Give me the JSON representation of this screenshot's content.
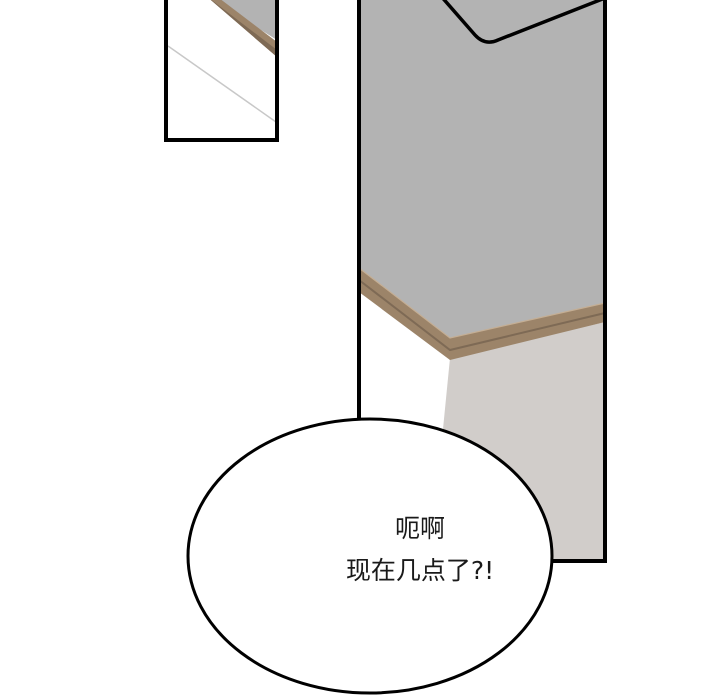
{
  "comic": {
    "panels": [
      {
        "name": "left-small-panel",
        "description": "partial view of ceiling corner with wooden crown molding"
      },
      {
        "name": "right-tall-panel",
        "description": "gray ceiling with crown molding and beige wall corner"
      }
    ],
    "speech_bubble": {
      "lines": [
        "呃啊",
        "现在几点了?!"
      ]
    },
    "colors": {
      "ceiling_gray": "#b3b3b3",
      "wall_beige": "#d1cdca",
      "molding_brown": "#9c8469",
      "border_black": "#000000",
      "background": "#ffffff"
    }
  }
}
